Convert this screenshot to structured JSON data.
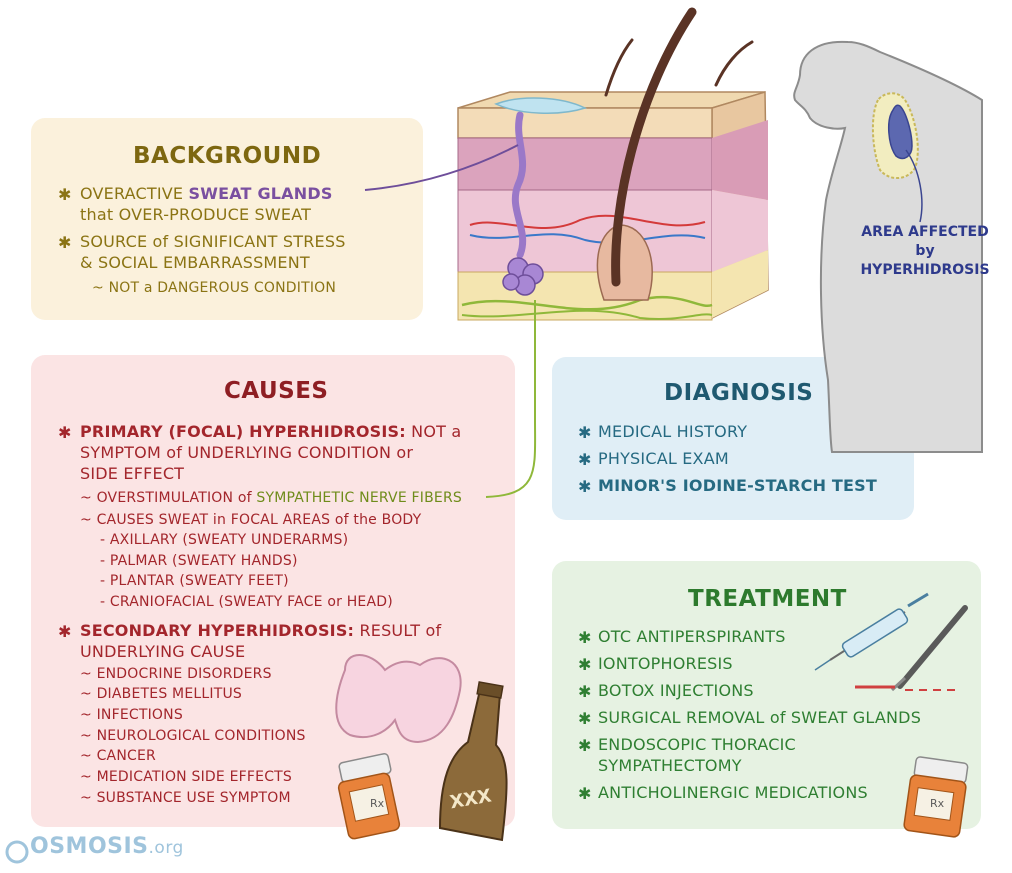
{
  "background": {
    "title": "BACKGROUND",
    "b1_pre": "OVERACTIVE ",
    "b1_hl": "SWEAT GLANDS",
    "b1_line2": "that OVER-PRODUCE SWEAT",
    "b2_line1": "SOURCE of SIGNIFICANT STRESS",
    "b2_line2": "& SOCIAL EMBARRASSMENT",
    "sub": "~ NOT a DANGEROUS CONDITION"
  },
  "causes": {
    "title": "CAUSES",
    "primary_head": "PRIMARY (FOCAL) HYPERHIDROSIS:",
    "primary_rest": " NOT a",
    "primary_line2": "SYMPTOM of UNDERLYING CONDITION or",
    "primary_line3": "SIDE EFFECT",
    "p_sub1_pre": "~ OVERSTIMULATION of ",
    "p_sub1_hl": "SYMPATHETIC NERVE FIBERS",
    "p_sub2": "~ CAUSES SWEAT in FOCAL AREAS of the BODY",
    "p_items": [
      "- AXILLARY (SWEATY UNDERARMS)",
      "- PALMAR (SWEATY HANDS)",
      "- PLANTAR (SWEATY FEET)",
      "- CRANIOFACIAL (SWEATY FACE or HEAD)"
    ],
    "secondary_head": "SECONDARY HYPERHIDROSIS:",
    "secondary_rest": " RESULT of",
    "secondary_line2": "UNDERLYING CAUSE",
    "s_items": [
      "~ ENDOCRINE DISORDERS",
      "~ DIABETES MELLITUS",
      "~ INFECTIONS",
      "~ NEUROLOGICAL CONDITIONS",
      "~ CANCER",
      "~ MEDICATION SIDE EFFECTS",
      "~ SUBSTANCE USE SYMPTOM"
    ]
  },
  "diagnosis": {
    "title": "DIAGNOSIS",
    "items": [
      "MEDICAL HISTORY",
      "PHYSICAL EXAM",
      "MINOR'S IODINE-STARCH TEST"
    ]
  },
  "treatment": {
    "title": "TREATMENT",
    "items": [
      "OTC ANTIPERSPIRANTS",
      "IONTOPHORESIS",
      "BOTOX INJECTIONS",
      "SURGICAL REMOVAL of SWEAT GLANDS",
      "ENDOSCOPIC THORACIC",
      "SYMPATHECTOMY",
      "ANTICHOLINERGIC MEDICATIONS"
    ]
  },
  "callout": {
    "line1": "AREA AFFECTED",
    "line2": "by HYPERHIDROSIS"
  },
  "logo": {
    "main": "OSMOSIS",
    "suffix": ".org"
  },
  "bottle_label": "XXX",
  "rx_label": "Rx",
  "colors": {
    "background_panel": "#fbf1dc",
    "causes_panel": "#fbe4e4",
    "diagnosis_panel": "#e0eef6",
    "treatment_panel": "#e6f2e2"
  }
}
